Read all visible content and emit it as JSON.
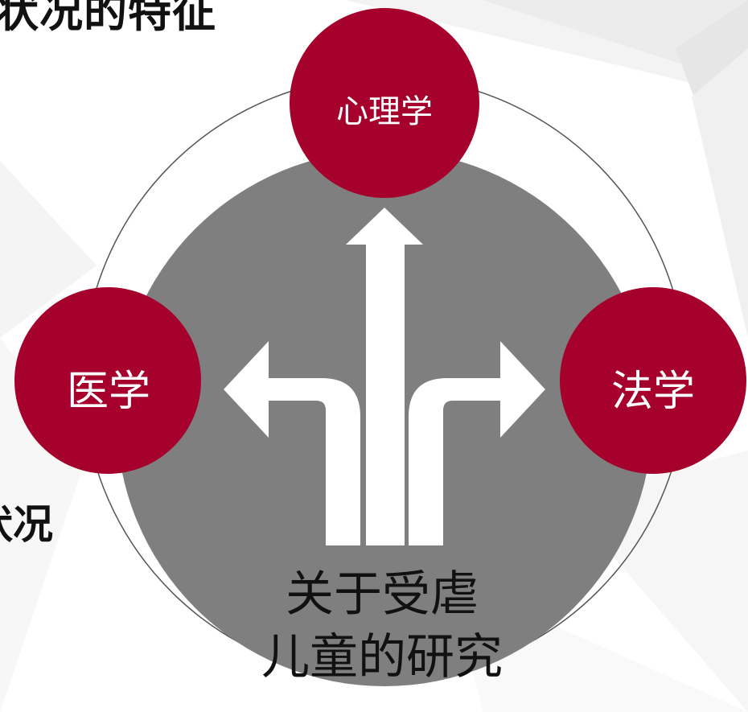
{
  "colors": {
    "accent": "#a6002c",
    "center_circle": "#7f7f7f",
    "arrows": "#ffffff",
    "connector_ring": "#555555",
    "text_dark": "#111111"
  },
  "header": {
    "clipped_title": "状况的特征"
  },
  "body_text": {
    "clipped_item": "状况"
  },
  "center": {
    "line1": "关于受虐",
    "line2": "儿童的研究"
  },
  "nodes": {
    "top": "心理学",
    "left": "医学",
    "right": "法学"
  },
  "icons": {
    "center": "three-way-split-arrow-icon"
  }
}
